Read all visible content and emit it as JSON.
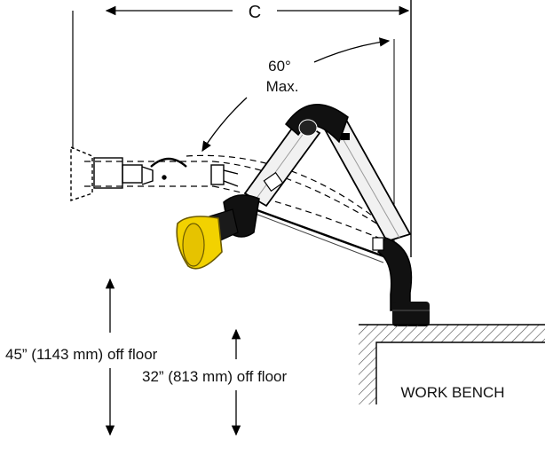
{
  "dimensions": {
    "width_label": "C",
    "angle_value": "60°",
    "angle_qualifier": "Max.",
    "height_high": "45” (1143 mm) off floor",
    "height_low": "32” (813 mm) off floor"
  },
  "bench": {
    "label": "WORK BENCH"
  },
  "colors": {
    "hood": "#f2d200",
    "hood_edge": "#6b5a00",
    "arm_dark": "#111111",
    "arm_light": "#f1f1f1"
  }
}
